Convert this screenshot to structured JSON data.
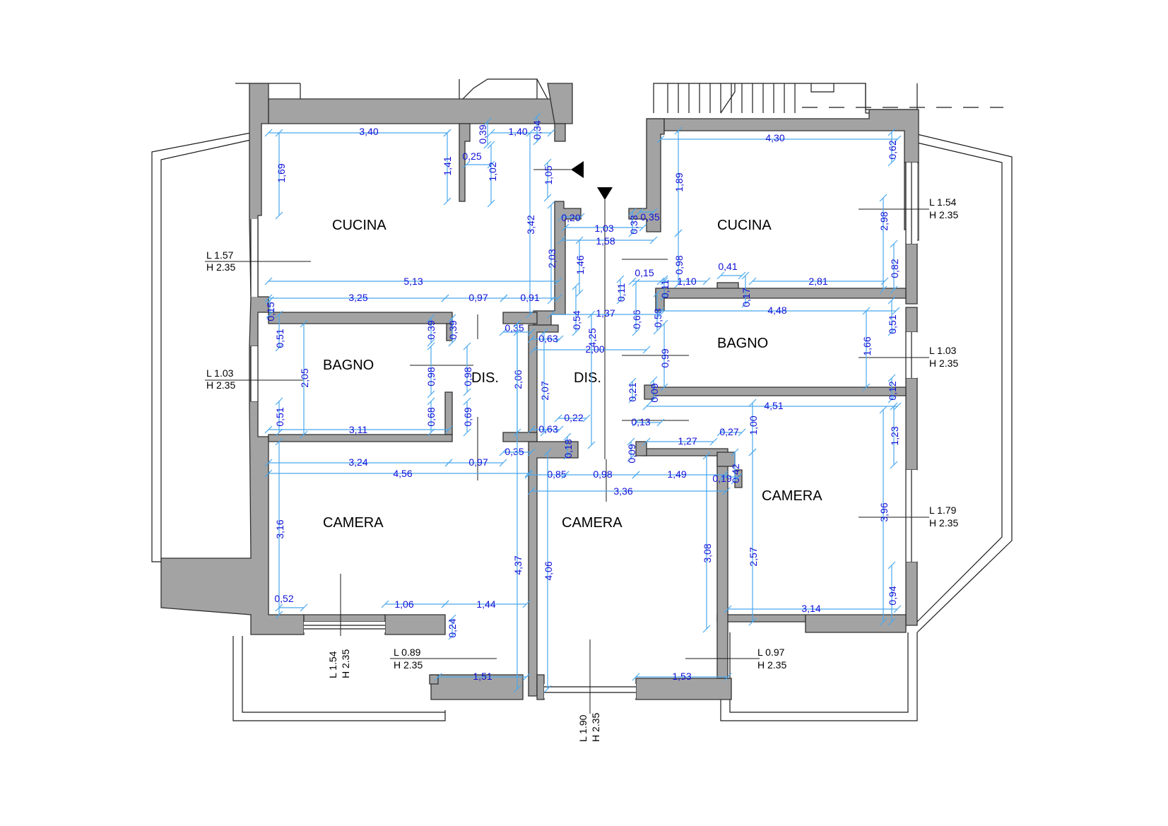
{
  "rooms": [
    {
      "name": "CUCINA"
    },
    {
      "name": "CUCINA"
    },
    {
      "name": "BAGNO"
    },
    {
      "name": "BAGNO"
    },
    {
      "name": "DIS."
    },
    {
      "name": "DIS."
    },
    {
      "name": "CAMERA"
    },
    {
      "name": "CAMERA"
    },
    {
      "name": "CAMERA"
    }
  ],
  "windows": [
    {
      "l": "L 1.57",
      "h": "H 2.35"
    },
    {
      "l": "L 1.03",
      "h": "H 2.35"
    },
    {
      "l": "L 1.54",
      "h": "H 2.35"
    },
    {
      "l": "L 1.03",
      "h": "H 2.35"
    },
    {
      "l": "L 1.79",
      "h": "H 2.35"
    },
    {
      "l": "L 1.54",
      "h": "H 2.35"
    },
    {
      "l": "L 0.89",
      "h": "H 2.35"
    },
    {
      "l": "L 0.97",
      "h": "H 2.35"
    },
    {
      "l": "L 1.90",
      "h": "H 2.35"
    }
  ],
  "dimensions": [
    {
      "text": "3,40"
    },
    {
      "text": "1,40"
    },
    {
      "text": "0,34"
    },
    {
      "text": "0,39"
    },
    {
      "text": "0,25"
    },
    {
      "text": "1,02"
    },
    {
      "text": "1,41"
    },
    {
      "text": "1,69"
    },
    {
      "text": "1,05"
    },
    {
      "text": "3,42"
    },
    {
      "text": "2,03"
    },
    {
      "text": "0,20"
    },
    {
      "text": "1,03"
    },
    {
      "text": "0,33"
    },
    {
      "text": "0,35"
    },
    {
      "text": "1,58"
    },
    {
      "text": "1,46"
    },
    {
      "text": "4,30"
    },
    {
      "text": "0,62"
    },
    {
      "text": "1,89"
    },
    {
      "text": "2,98"
    },
    {
      "text": "0,98"
    },
    {
      "text": "0,82"
    },
    {
      "text": "0,15"
    },
    {
      "text": "0,41"
    },
    {
      "text": "1,10"
    },
    {
      "text": "2,81"
    },
    {
      "text": "0,11"
    },
    {
      "text": "0,17"
    },
    {
      "text": "0,11"
    },
    {
      "text": "0,66"
    },
    {
      "text": "0,58"
    },
    {
      "text": "4,48"
    },
    {
      "text": "0,51"
    },
    {
      "text": "1,37"
    },
    {
      "text": "5,13"
    },
    {
      "text": "3,25"
    },
    {
      "text": "0,97"
    },
    {
      "text": "0,91"
    },
    {
      "text": "0,15"
    },
    {
      "text": "0,51"
    },
    {
      "text": "0,39"
    },
    {
      "text": "0,39"
    },
    {
      "text": "0,35"
    },
    {
      "text": "0,54"
    },
    {
      "text": "4,25"
    },
    {
      "text": "0,63"
    },
    {
      "text": "2,00"
    },
    {
      "text": "0,99"
    },
    {
      "text": "1,66"
    },
    {
      "text": "2,05"
    },
    {
      "text": "0,98"
    },
    {
      "text": "0,98"
    },
    {
      "text": "2,06"
    },
    {
      "text": "2,07"
    },
    {
      "text": "0,21"
    },
    {
      "text": "0,09"
    },
    {
      "text": "0,12"
    },
    {
      "text": "4,51"
    },
    {
      "text": "0,68"
    },
    {
      "text": "0,69"
    },
    {
      "text": "0,51"
    },
    {
      "text": "3,11"
    },
    {
      "text": "0,22"
    },
    {
      "text": "0,63"
    },
    {
      "text": "0,13"
    },
    {
      "text": "1,00"
    },
    {
      "text": "1,23"
    },
    {
      "text": "0,35"
    },
    {
      "text": "0,18"
    },
    {
      "text": "0,09"
    },
    {
      "text": "1,27"
    },
    {
      "text": "0,27"
    },
    {
      "text": "0,42"
    },
    {
      "text": "3,24"
    },
    {
      "text": "0,97"
    },
    {
      "text": "4,56"
    },
    {
      "text": "0,85"
    },
    {
      "text": "0,98"
    },
    {
      "text": "1,49"
    },
    {
      "text": "0,19"
    },
    {
      "text": "3,36"
    },
    {
      "text": "3,16"
    },
    {
      "text": "4,37"
    },
    {
      "text": "4,06"
    },
    {
      "text": "3,08"
    },
    {
      "text": "2,57"
    },
    {
      "text": "3,96"
    },
    {
      "text": "0,52"
    },
    {
      "text": "1,06"
    },
    {
      "text": "1,44"
    },
    {
      "text": "0,24"
    },
    {
      "text": "3,14"
    },
    {
      "text": "0,94"
    },
    {
      "text": "1,51"
    },
    {
      "text": "1,53"
    }
  ],
  "colors": {
    "wall": "#a3a3a3",
    "dimension_line": "#4aa8ee",
    "dimension_text": "#1010d8"
  }
}
